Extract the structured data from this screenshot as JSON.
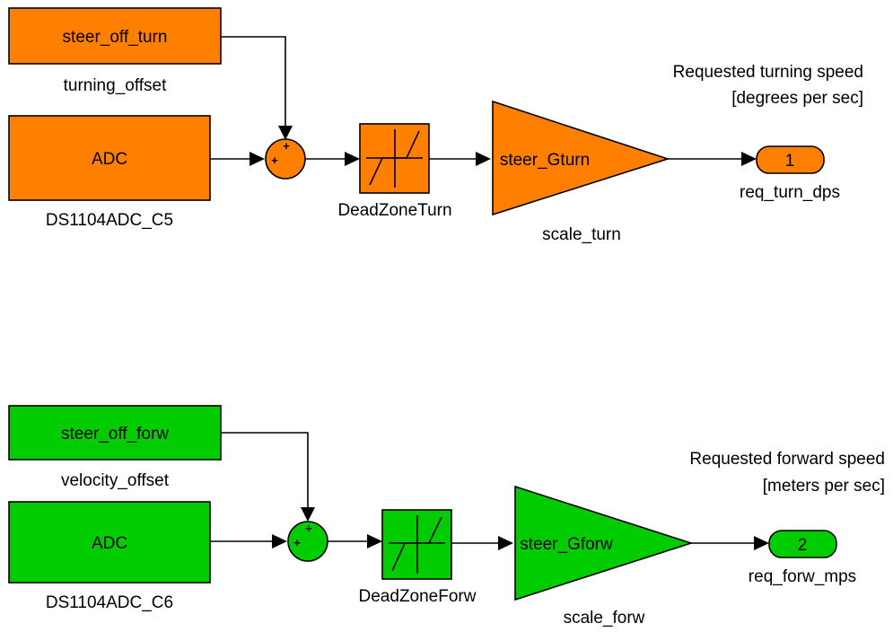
{
  "colors": {
    "turn_fill": "#FF8000",
    "forw_fill": "#00CC00"
  },
  "turn": {
    "const_block": "steer_off_turn",
    "const_name": "turning_offset",
    "adc_block": "ADC",
    "adc_name": "DS1104ADC_C5",
    "sum_sign_top": "+",
    "sum_sign_left": "+",
    "deadzone_name": "DeadZoneTurn",
    "gain_block": "steer_Gturn",
    "gain_name": "scale_turn",
    "outport_number": "1",
    "outport_name": "req_turn_dps",
    "annotation_line1": "Requested turning speed",
    "annotation_line2": "[degrees per sec]"
  },
  "forw": {
    "const_block": "steer_off_forw",
    "const_name": "velocity_offset",
    "adc_block": "ADC",
    "adc_name": "DS1104ADC_C6",
    "sum_sign_top": "+",
    "sum_sign_left": "+",
    "deadzone_name": "DeadZoneForw",
    "gain_block": "steer_Gforw",
    "gain_name": "scale_forw",
    "outport_number": "2",
    "outport_name": "req_forw_mps",
    "annotation_line1": "Requested forward speed",
    "annotation_line2": "[meters per sec]"
  }
}
